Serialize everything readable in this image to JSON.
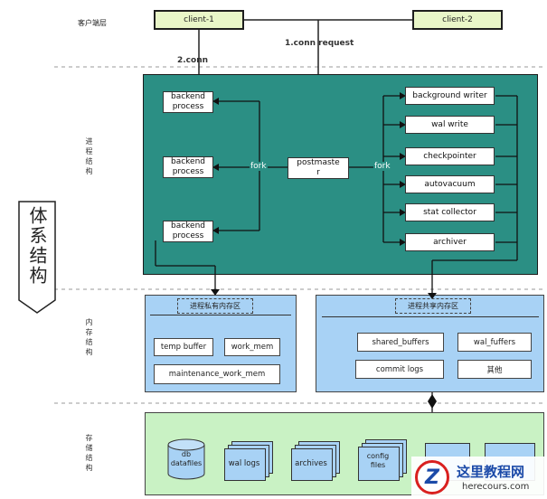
{
  "clients": {
    "label": "客户端层",
    "client1": "client-1",
    "client2": "client-2",
    "conn_request": "1.conn request",
    "conn": "2.conn"
  },
  "process": {
    "label": "进程结构",
    "backend": [
      "backend process",
      "backend process",
      "backend process"
    ],
    "postmaster": "postmaste r",
    "fork_left": "fork",
    "fork_right": "fork",
    "aux": [
      "background writer",
      "wal write",
      "checkpointer",
      "autovacuum",
      "stat collector",
      "archiver"
    ]
  },
  "architecture_label": "体系结构",
  "memory": {
    "label": "内存结构",
    "private_title": "进程私有内存区",
    "private_items": [
      "temp buffer",
      "work_mem",
      "maintenance_work_mem"
    ],
    "shared_title": "进程共享内存区",
    "shared_items": [
      "shared_buffers",
      "wal_fuffers",
      "commit logs",
      "其他"
    ]
  },
  "storage": {
    "label": "存储结构",
    "items": [
      "db datafiles",
      "wal logs",
      "archives",
      "config files"
    ]
  },
  "watermark": {
    "title": "这里教程网",
    "url": "herecours.com",
    "letter": "Z"
  },
  "colors": {
    "process_bg": "#2b8f84",
    "memory_bg": "#a8d2f5",
    "storage_bg": "#c9f2c4",
    "client_bg": "#e9f6c8"
  }
}
